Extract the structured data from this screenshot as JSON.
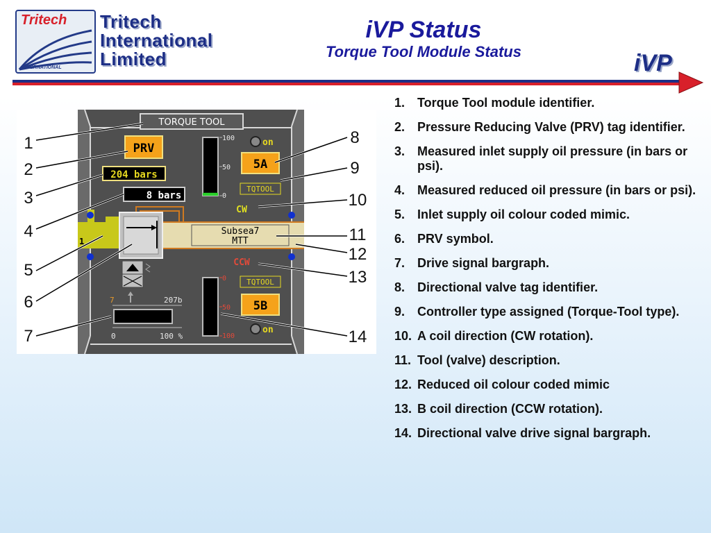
{
  "header": {
    "logo_badge_text": "Tritech",
    "logo_badge_sub": "INTERNATIONAL",
    "logo_lines": [
      "Tritech",
      "International",
      "Limited"
    ],
    "title": "iVP Status",
    "subtitle": "Torque Tool Module Status",
    "corner_logo": "iVP"
  },
  "colors": {
    "title": "#1a1a9c",
    "rule_red": "#d8202a",
    "rule_blue": "#1d2e86",
    "screen_bg": "#4f4f4f",
    "inlet_oil": "#c8c81a",
    "reduced_oil": "#e6dcb0",
    "tag_orange": "#f5a21a",
    "bar_green": "#2bd12b",
    "bar_red": "#e21b1b",
    "cw_color": "#e0e020",
    "ccw_color": "#e24a3a"
  },
  "module": {
    "header_label": "TORQUE TOOL",
    "prv_tag": "PRV",
    "inlet_pressure": "204 bars",
    "reduced_pressure": "8 bars",
    "channel_number": "1",
    "description_line1": "Subsea7",
    "description_line2": "MTT",
    "drive_bar": {
      "min_label": "7",
      "max_label": "207b",
      "zero_label": "0",
      "full_label": "100 %",
      "level": 0.0
    },
    "valve_a": {
      "tag": "5A",
      "on_label": "on",
      "controller_type": "TQTOOL",
      "direction": "CW",
      "scale": [
        "100",
        "50",
        "0"
      ],
      "level": 0.05
    },
    "valve_b": {
      "tag": "5B",
      "on_label": "on",
      "controller_type": "TQTOOL",
      "direction": "CCW",
      "scale": [
        "0",
        "50",
        "100"
      ],
      "level": 0.0
    }
  },
  "callouts": [
    "1",
    "2",
    "3",
    "4",
    "5",
    "6",
    "7",
    "8",
    "9",
    "10",
    "11",
    "12",
    "13",
    "14"
  ],
  "list": [
    {
      "n": "1.",
      "text": "Torque Tool module identifier."
    },
    {
      "n": "2.",
      "text": "Pressure Reducing Valve (PRV) tag identifier."
    },
    {
      "n": "3.",
      "text": "Measured inlet supply oil pressure (in bars or psi)."
    },
    {
      "n": "4.",
      "text": "Measured reduced oil pressure (in bars or psi)."
    },
    {
      "n": "5.",
      "text": "Inlet supply oil colour coded mimic."
    },
    {
      "n": "6.",
      "text": "PRV symbol."
    },
    {
      "n": "7.",
      "text": "Drive signal bargraph."
    },
    {
      "n": "8.",
      "text": "Directional valve tag identifier."
    },
    {
      "n": "9.",
      "text": "Controller type assigned (Torque-Tool type)."
    },
    {
      "n": "10.",
      "text": "A coil direction (CW rotation)."
    },
    {
      "n": "11.",
      "text": "Tool (valve) description."
    },
    {
      "n": "12.",
      "text": "Reduced oil colour coded mimic"
    },
    {
      "n": "13.",
      "text": "B coil direction (CCW rotation)."
    },
    {
      "n": "14.",
      "text": "Directional valve drive signal bargraph."
    }
  ]
}
